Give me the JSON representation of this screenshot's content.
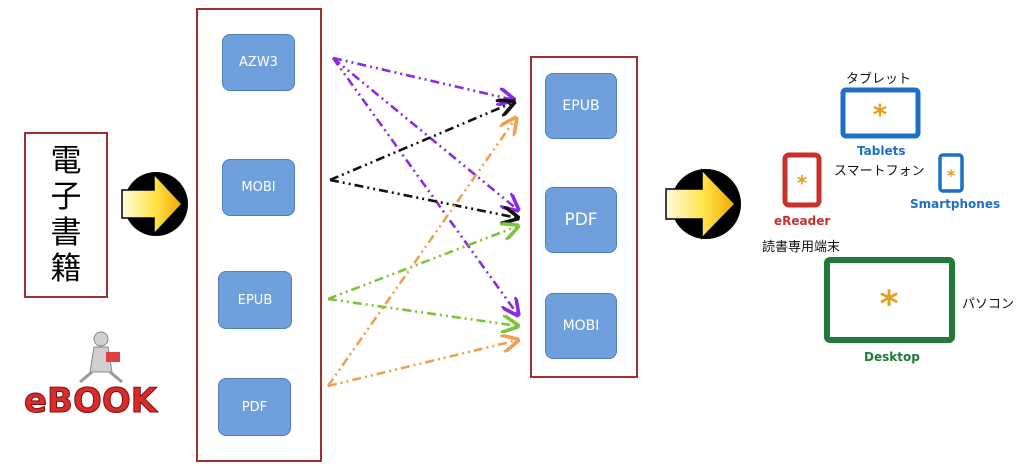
{
  "source": {
    "title_chars": [
      "電",
      "子",
      "書",
      "籍"
    ],
    "logo_text": "eBOOK"
  },
  "inputs": [
    "AZW3",
    "MOBI",
    "EPUB",
    "PDF"
  ],
  "outputs": [
    "EPUB",
    "PDF",
    "MOBI"
  ],
  "devices": {
    "tablet": {
      "label": "タブレット",
      "en": "Tablets"
    },
    "smartphone": {
      "label": "スマートフォン",
      "en": "Smartphones"
    },
    "ereader": {
      "label": "読書専用端末",
      "en": "eReader"
    },
    "desktop": {
      "label": "パソコン",
      "en": "Desktop"
    }
  },
  "colors": {
    "frame": "#a0302e",
    "node": "#6f9fdc",
    "purple": "#8a2be2",
    "black": "#111111",
    "green": "#7cc43a",
    "orange": "#f0a050",
    "tablet_blue": "#1f6fc4",
    "ereader_red": "#c8302a",
    "desktop_green": "#1e7a36",
    "asterisk": "#e0a020"
  },
  "icons": [
    "arrow-right-icon",
    "tablet-icon",
    "smartphone-icon",
    "ereader-icon",
    "desktop-icon",
    "reading-person-icon"
  ]
}
